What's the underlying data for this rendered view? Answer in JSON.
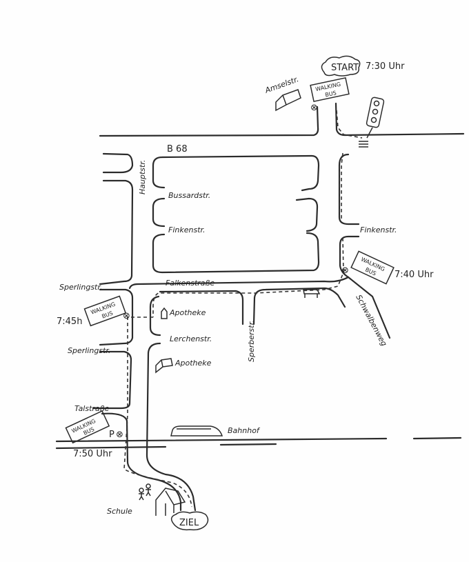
{
  "title": "Walking Bus Route Map",
  "start": {
    "label": "START",
    "time": "7:30 Uhr"
  },
  "goal": {
    "label": "ZIEL",
    "school": "Schule"
  },
  "roads": {
    "b68": "B 68",
    "hauptstr": "Hauptstr.",
    "amselstr": "Amselstr.",
    "bussardstr": "Bussardstr.",
    "finkenstr_left": "Finkenstr.",
    "finkenstr_right": "Finkenstr.",
    "falkenstrasse": "Falkenstraße",
    "sperlingstr_1": "Sperlingstr.",
    "sperlingstr_2": "Sperlingstr.",
    "lerchenstr": "Lerchenstr.",
    "sperberstr": "Sperberstr.",
    "schwalbenweg": "Schwalbenweg",
    "talstrasse": "Talstraße"
  },
  "places": {
    "apotheke_1": "Apotheke",
    "apotheke_2": "Apotheke",
    "bahnhof": "Bahnhof",
    "parking": "P"
  },
  "stops": [
    {
      "sign_line1": "WALKING",
      "sign_line2": "BUS",
      "time": "7:30 Uhr"
    },
    {
      "sign_line1": "WALKING",
      "sign_line2": "BUS",
      "time": "7:40 Uhr"
    },
    {
      "sign_line1": "WALKING",
      "sign_line2": "BUS",
      "time": "7:45h"
    },
    {
      "sign_line1": "WALKING",
      "sign_line2": "BUS",
      "time": "7:50 Uhr"
    }
  ]
}
